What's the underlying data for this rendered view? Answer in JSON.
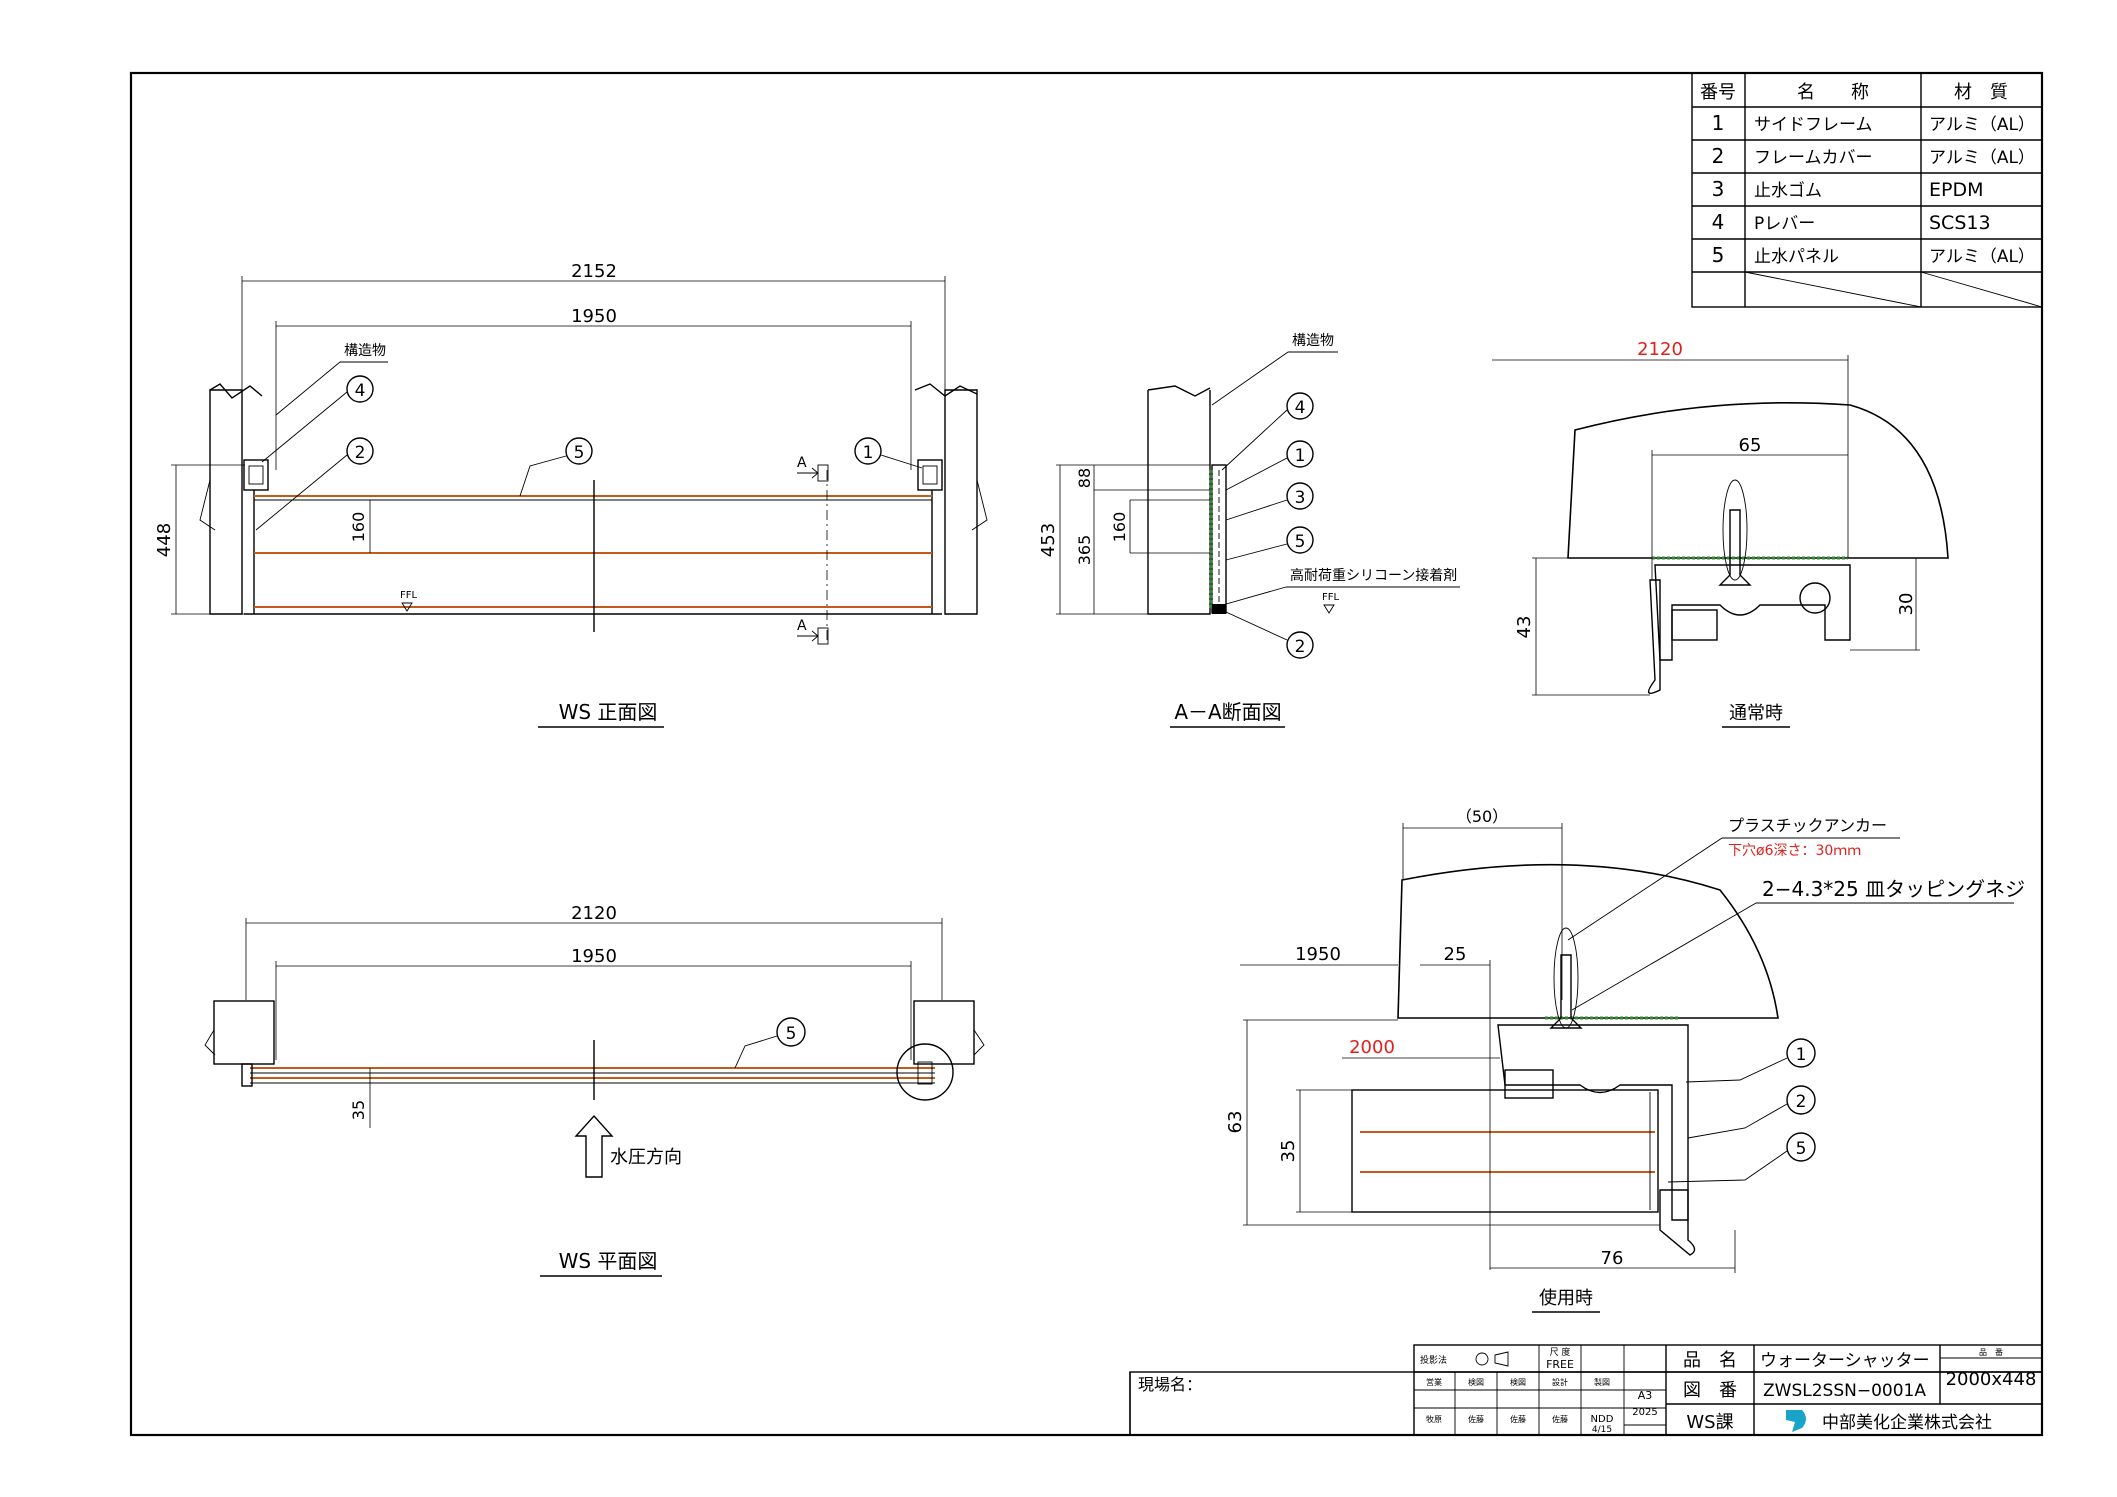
{
  "colors": {
    "panel_line": "#c45a1a",
    "red_text": "#e0201c",
    "sealant": "#2d8a2d",
    "logo": "#1aa3c8"
  },
  "parts_table": {
    "headers": {
      "no": "番号",
      "name": "名　　称",
      "material": "材　質"
    },
    "rows": [
      {
        "no": "1",
        "name": "サイドフレーム",
        "material": "アルミ（AL）"
      },
      {
        "no": "2",
        "name": "フレームカバー",
        "material": "アルミ（AL）"
      },
      {
        "no": "3",
        "name": "止水ゴム",
        "material": "EPDM"
      },
      {
        "no": "4",
        "name": "Pレバー",
        "material": "SCS13"
      },
      {
        "no": "5",
        "name": "止水パネル",
        "material": "アルミ（AL）"
      }
    ]
  },
  "front": {
    "title": "WS 正面図",
    "structure": "構造物",
    "dim_total": "2152",
    "dim_inner": "1950",
    "dim_height": "448",
    "dim_panel": "160",
    "ffl": "FFL",
    "section_mark": "A",
    "balloons": [
      "4",
      "2",
      "5",
      "1"
    ]
  },
  "section": {
    "title": "A－A断面図",
    "structure": "構造物",
    "dim_88": "88",
    "dim_160": "160",
    "dim_365": "365",
    "dim_453": "453",
    "adhesive": "高耐荷重シリコーン接着剤",
    "ffl": "FFL",
    "balloons": [
      "4",
      "1",
      "3",
      "5",
      "2"
    ]
  },
  "normal": {
    "title": "通常時",
    "dim_width": "2120",
    "dim_65": "65",
    "dim_43": "43",
    "dim_30": "30"
  },
  "plan": {
    "title": "WS 平面図",
    "dim_total": "2120",
    "dim_inner": "1950",
    "dim_35": "35",
    "pressure": "水圧方向",
    "balloon": "5"
  },
  "use": {
    "title": "使用時",
    "dim_50": "（50）",
    "dim_1950": "1950",
    "dim_25": "25",
    "dim_2000": "2000",
    "dim_63": "63",
    "dim_35": "35",
    "dim_76": "76",
    "anchor": "プラスチックアンカー",
    "anchor_note": "下穴ø6深さ：30ｍｍ",
    "screw": "2−4.3*25 皿タッピングネジ",
    "balloons": [
      "1",
      "2",
      "5"
    ]
  },
  "title_block": {
    "site_label": "現場名：",
    "projection": "投影法",
    "scale_label": "尺 度",
    "scale": "FREE",
    "roles_top": [
      "営業",
      "検図",
      "検図",
      "設計",
      "製図"
    ],
    "roles_bottom": [
      "牧原",
      "佐藤",
      "佐藤",
      "佐藤",
      "NDD"
    ],
    "paper": "A3",
    "year": "2025",
    "date": "4/15",
    "product_label": "品　名",
    "product": "ウォーターシャッター",
    "drawing_label": "図　番",
    "drawing_no": "ZWSL2SSN−0001A",
    "code_label": "品　番",
    "code": "2000x448",
    "dept": "WS課",
    "company": "中部美化企業株式会社"
  }
}
